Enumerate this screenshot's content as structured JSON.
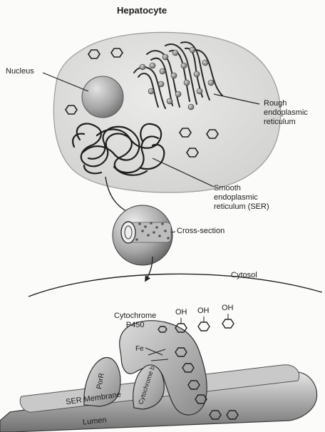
{
  "title": "Hepatocyte",
  "labels": {
    "nucleus": "Nucleus",
    "rer": [
      "Rough",
      "endoplasmic",
      "reticulum"
    ],
    "ser": [
      "Smooth",
      "endoplasmic",
      "reticulum (SER)"
    ],
    "cross_section": "Cross-section",
    "cytosol": "Cytosol",
    "cyp450": [
      "Cytochrome",
      "P450"
    ],
    "fe": "Fe",
    "oh_1": "OH",
    "oh_2": "OH",
    "oh_3": "OH",
    "por": "PorR",
    "cyt_b5": "Cytochrome b",
    "ser_membrane": "SER Membrane",
    "lumen": "Lumen"
  }
}
